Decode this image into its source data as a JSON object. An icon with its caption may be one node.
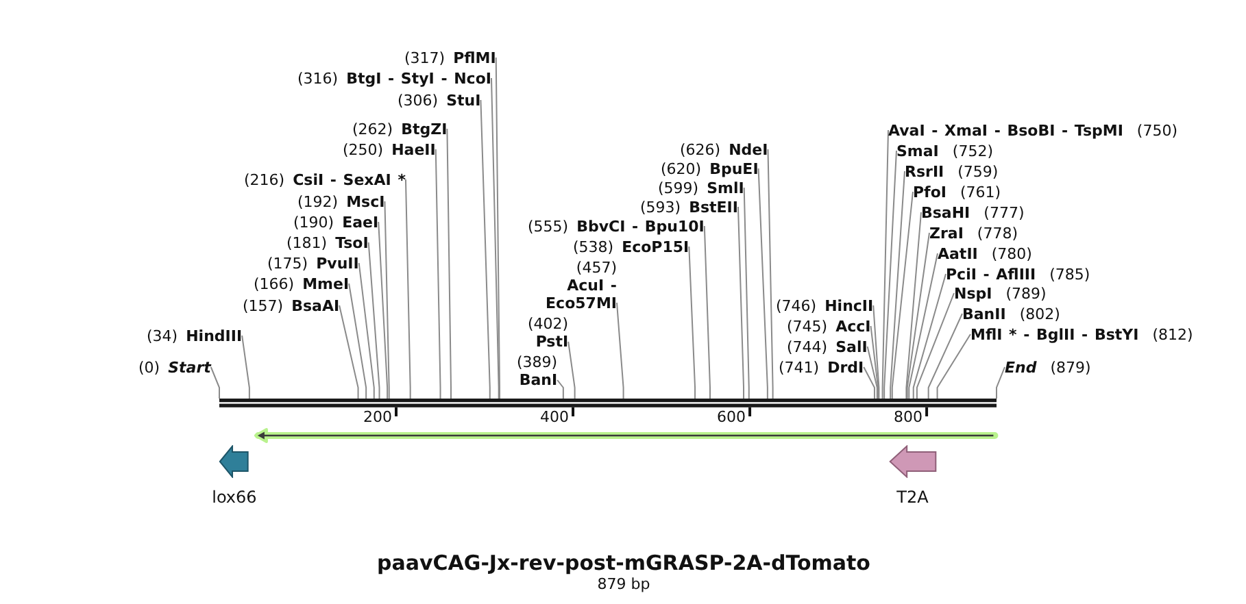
{
  "diagram": {
    "title": "paavCAG-Jx-rev-post-mGRASP-2A-dTomato",
    "caption": "879 bp",
    "nodes": [
      {
        "text": [
          "(0)",
          "Start"
        ]
      },
      {
        "text": [
          "(34)",
          "HindIII"
        ]
      },
      {
        "text": [
          "(157)",
          "BsaAI"
        ]
      },
      {
        "text": [
          "(166)",
          "MmeI"
        ]
      },
      {
        "text": [
          "(175)",
          "PvuII"
        ]
      },
      {
        "text": [
          "(181)",
          "TsoI"
        ]
      },
      {
        "text": [
          "(190)",
          "EaeI"
        ]
      },
      {
        "text": [
          "(192)",
          "MscI"
        ]
      },
      {
        "text": [
          "(216)",
          "CsiI - SexAI *"
        ]
      },
      {
        "text": [
          "(250)",
          "HaeII"
        ]
      },
      {
        "text": [
          "(262)",
          "BtgZI"
        ]
      },
      {
        "text": [
          "(306)",
          "StuI"
        ]
      },
      {
        "text": [
          "(316)",
          "BtgI - StyI - NcoI"
        ]
      },
      {
        "text": [
          "(317)",
          "PflMI"
        ]
      },
      {
        "text": [
          "(389)",
          "BanI"
        ]
      },
      {
        "text": [
          "(402)",
          "PstI"
        ]
      },
      {
        "text": [
          "(457)",
          "AcuI - Eco57MI"
        ]
      },
      {
        "text": [
          "(538)",
          "EcoP15I"
        ]
      },
      {
        "text": [
          "(555)",
          "BbvCI - Bpu10I"
        ]
      },
      {
        "text": [
          "(593)",
          "BstEII"
        ]
      },
      {
        "text": [
          "(599)",
          "SmlI"
        ]
      },
      {
        "text": [
          "(620)",
          "BpuEI"
        ]
      },
      {
        "text": [
          "(626)",
          "NdeI"
        ]
      },
      {
        "text": [
          "(741)",
          "DrdI"
        ]
      },
      {
        "text": [
          "(744)",
          "SalI"
        ]
      },
      {
        "text": [
          "(745)",
          "AccI"
        ]
      },
      {
        "text": [
          "(746)",
          "HincII"
        ]
      },
      {
        "text": [
          "AvaI - XmaI - BsoBI - TspMI",
          "(750)"
        ]
      },
      {
        "text": [
          "SmaI",
          "(752)"
        ]
      },
      {
        "text": [
          "RsrII",
          "(759)"
        ]
      },
      {
        "text": [
          "PfoI",
          "(761)"
        ]
      },
      {
        "text": [
          "BsaHI",
          "(777)"
        ]
      },
      {
        "text": [
          "ZraI",
          "(778)"
        ]
      },
      {
        "text": [
          "AatII",
          "(780)"
        ]
      },
      {
        "text": [
          "PciI - AflIII",
          "(785)"
        ]
      },
      {
        "text": [
          "NspI",
          "(789)"
        ]
      },
      {
        "text": [
          "BanII",
          "(802)"
        ]
      },
      {
        "text": [
          "MflI * - BglII - BstYI",
          "(812)"
        ]
      },
      {
        "text": [
          "End",
          "(879)"
        ]
      },
      {
        "text": [],
        "shape": "bar"
      },
      {
        "text": [],
        "shape": "arrow"
      },
      {
        "text": [
          "lox66"
        ]
      },
      {
        "text": [
          "T2A"
        ]
      }
    ],
    "edges": [
      {
        "from": 0,
        "to": 39,
        "arrow": "none"
      },
      {
        "from": 1,
        "to": 39,
        "arrow": "none"
      },
      {
        "from": 2,
        "to": 39,
        "arrow": "none"
      },
      {
        "from": 3,
        "to": 39,
        "arrow": "none"
      },
      {
        "from": 4,
        "to": 39,
        "arrow": "none"
      },
      {
        "from": 5,
        "to": 39,
        "arrow": "none"
      },
      {
        "from": 6,
        "to": 39,
        "arrow": "none"
      },
      {
        "from": 7,
        "to": 39,
        "arrow": "none"
      },
      {
        "from": 8,
        "to": 39,
        "arrow": "none"
      },
      {
        "from": 9,
        "to": 39,
        "arrow": "none"
      },
      {
        "from": 10,
        "to": 39,
        "arrow": "none"
      },
      {
        "from": 11,
        "to": 39,
        "arrow": "none"
      },
      {
        "from": 12,
        "to": 39,
        "arrow": "none"
      },
      {
        "from": 13,
        "to": 39,
        "arrow": "none"
      },
      {
        "from": 14,
        "to": 39,
        "arrow": "none"
      },
      {
        "from": 15,
        "to": 39,
        "arrow": "none"
      },
      {
        "from": 16,
        "to": 39,
        "arrow": "none"
      },
      {
        "from": 17,
        "to": 39,
        "arrow": "none"
      },
      {
        "from": 18,
        "to": 39,
        "arrow": "none"
      },
      {
        "from": 19,
        "to": 39,
        "arrow": "none"
      },
      {
        "from": 20,
        "to": 39,
        "arrow": "none"
      },
      {
        "from": 21,
        "to": 39,
        "arrow": "none"
      },
      {
        "from": 22,
        "to": 39,
        "arrow": "none"
      },
      {
        "from": 23,
        "to": 39,
        "arrow": "none"
      },
      {
        "from": 24,
        "to": 39,
        "arrow": "none"
      },
      {
        "from": 25,
        "to": 39,
        "arrow": "none"
      },
      {
        "from": 26,
        "to": 39,
        "arrow": "none"
      },
      {
        "from": 27,
        "to": 39,
        "arrow": "none"
      },
      {
        "from": 28,
        "to": 39,
        "arrow": "none"
      },
      {
        "from": 29,
        "to": 39,
        "arrow": "none"
      },
      {
        "from": 30,
        "to": 39,
        "arrow": "none"
      },
      {
        "from": 31,
        "to": 39,
        "arrow": "none"
      },
      {
        "from": 32,
        "to": 39,
        "arrow": "none"
      },
      {
        "from": 33,
        "to": 39,
        "arrow": "none"
      },
      {
        "from": 34,
        "to": 39,
        "arrow": "none"
      },
      {
        "from": 35,
        "to": 39,
        "arrow": "none"
      },
      {
        "from": 36,
        "to": 39,
        "arrow": "none"
      },
      {
        "from": 37,
        "to": 39,
        "arrow": "none"
      },
      {
        "from": 38,
        "to": 39,
        "arrow": "none"
      }
    ],
    "labels": [
      "200",
      "400",
      "600",
      "800"
    ]
  }
}
